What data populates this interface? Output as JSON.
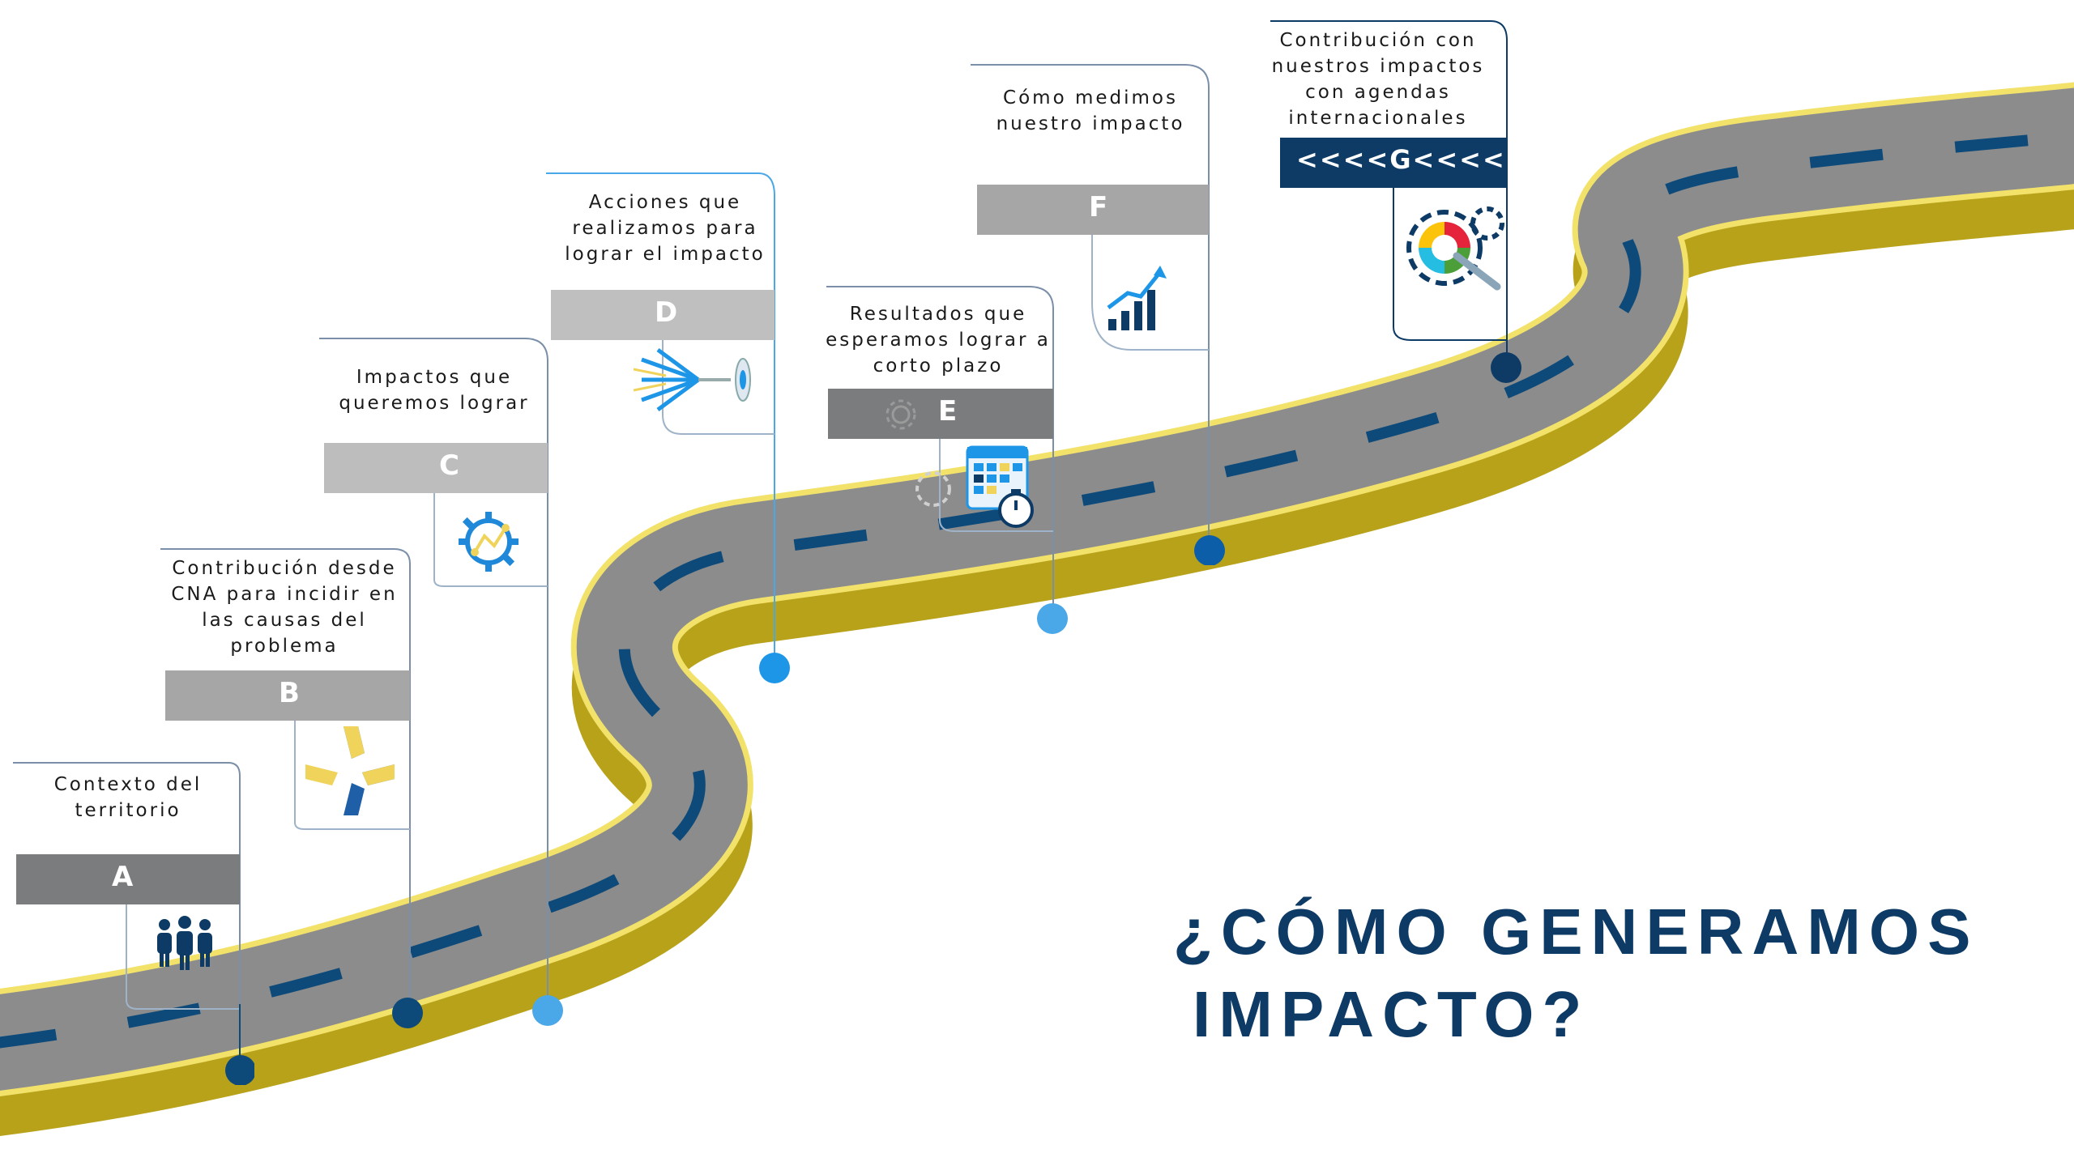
{
  "title": {
    "line1": "¿CÓMO GENERAMOS",
    "line2": "IMPACTO?"
  },
  "steps": [
    {
      "letter": "A",
      "text": "Contexto del territorio",
      "icon": "people-group-icon",
      "bar_color": "#7b7c7e"
    },
    {
      "letter": "B",
      "text": "Contribución desde CNA para incidir en las causas del problema",
      "icon": "hands-together-icon",
      "bar_color": "#a6a6a6"
    },
    {
      "letter": "C",
      "text": "Impactos que queremos lograr",
      "icon": "gear-target-icon",
      "bar_color": "#bdbdbd"
    },
    {
      "letter": "D",
      "text": "Acciones que realizamos para lograr el impacto",
      "icon": "arrows-target-icon",
      "bar_color": "#bfbfbf"
    },
    {
      "letter": "E",
      "text": "Resultados que esperamos lograr a corto plazo",
      "icon": "calendar-stopwatch-icon",
      "bar_color": "#7b7c7e"
    },
    {
      "letter": "F",
      "text": "Cómo medimos nuestro impacto",
      "icon": "growth-chart-icon",
      "bar_color": "#a6a6a6"
    },
    {
      "letter": "<<<<G<<<<",
      "text": "Contribución con nuestros impactos con agendas internacionales",
      "icon": "sdg-gear-icon",
      "bar_color": "#0d3b66"
    }
  ],
  "colors": {
    "road": "#8c8c8c",
    "road_edge": "#f2e26a",
    "road_side": "#b8a21a",
    "dash": "#0d4a7a",
    "dot_dark": "#0d4a7a",
    "dot_light": "#4aa8e8",
    "title": "#0d3b66"
  }
}
